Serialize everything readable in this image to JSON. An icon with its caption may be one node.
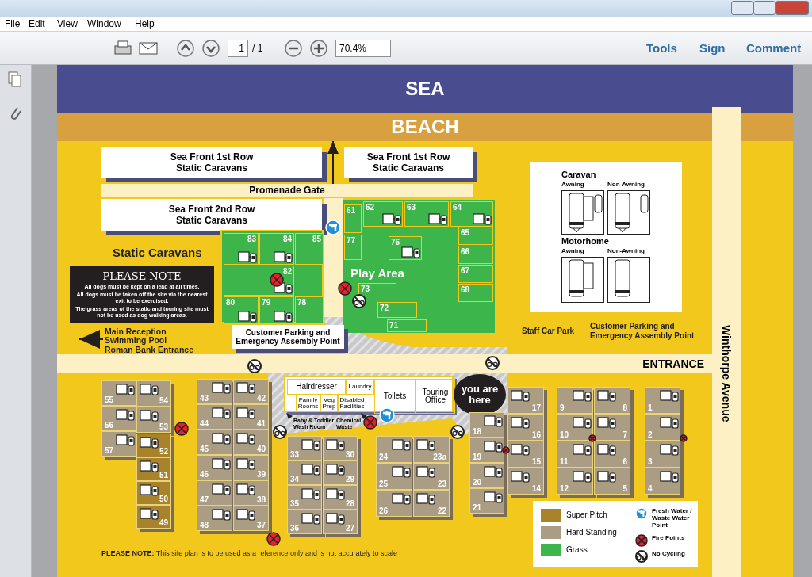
{
  "diagram": {
    "nodes": [
      {
        "text": [
          "SEA"
        ]
      },
      {
        "text": [
          "BEACH"
        ]
      },
      {
        "text": [
          "Sea Front 1st Row Static Caravans"
        ]
      },
      {
        "text": [
          "Sea Front 1st Row Static Caravans"
        ]
      },
      {
        "text": [
          "Promenade Gate"
        ]
      },
      {
        "text": [
          "Sea Front 2nd Row Static Caravans"
        ]
      },
      {
        "text": [
          "Caravan",
          "Motorhome"
        ]
      },
      {
        "text": [
          "Awning"
        ],
        "in": 6
      },
      {
        "text": [
          "Non-Awning"
        ],
        "in": 6
      },
      {
        "text": [
          "Awning"
        ],
        "in": 6
      },
      {
        "text": [
          "Non-Awning"
        ],
        "in": 6
      },
      {
        "text": [
          "PLEASE NOTE",
          "All dogs must be kept on a lead at all times.",
          "All dogs must be taken off the site via the nearest exit to be exercised.",
          "The grass areas of the static and touring site must not be used as dog walking areas."
        ]
      },
      {
        "text": [],
        "shape": "box"
      },
      {
        "text": [
          "83"
        ],
        "in": 12
      },
      {
        "text": [
          "84"
        ],
        "in": 12
      },
      {
        "text": [
          "85"
        ],
        "in": 12
      },
      {
        "text": [
          "82"
        ],
        "in": 12
      },
      {
        "text": [
          "80"
        ],
        "in": 12
      },
      {
        "text": [
          "79"
        ],
        "in": 12
      },
      {
        "text": [
          "78"
        ],
        "in": 12
      },
      {
        "text": [
          "Play Area"
        ]
      },
      {
        "text": [
          "61"
        ],
        "in": 20
      },
      {
        "text": [
          "62"
        ],
        "in": 20
      },
      {
        "text": [
          "63"
        ],
        "in": 20
      },
      {
        "text": [
          "64"
        ],
        "in": 20
      },
      {
        "text": [
          "77"
        ],
        "in": 20
      },
      {
        "text": [
          "76"
        ],
        "in": 20
      },
      {
        "text": [
          "65"
        ],
        "in": 20
      },
      {
        "text": [
          "66"
        ],
        "in": 20
      },
      {
        "text": [
          "67"
        ],
        "in": 20
      },
      {
        "text": [
          "68"
        ],
        "in": 20
      },
      {
        "text": [
          "73"
        ],
        "in": 20
      },
      {
        "text": [
          "72"
        ],
        "in": 20
      },
      {
        "text": [
          "71"
        ],
        "in": 20
      },
      {
        "text": [
          "Customer Parking and Emergency Assembly Point"
        ]
      },
      {
        "text": [
          "Main Reception",
          "Swimming Pool",
          "Roman Bank Entrance"
        ]
      },
      {
        "text": [
          "ENTRANCE"
        ]
      },
      {
        "text": [
          "Winthorpe Avenue"
        ]
      },
      {
        "text": [],
        "shape": "box"
      },
      {
        "text": [
          "Hairdresser"
        ],
        "in": 38
      },
      {
        "text": [
          "Laundry"
        ],
        "in": 38
      },
      {
        "text": [
          "Family Rooms"
        ],
        "in": 38
      },
      {
        "text": [
          "Veg Prep"
        ],
        "in": 38
      },
      {
        "text": [
          "Disabled Facilities"
        ],
        "in": 38
      },
      {
        "text": [
          "Toilets"
        ],
        "in": 38
      },
      {
        "text": [
          "Touring Office"
        ],
        "in": 38
      },
      {
        "text": [
          "you are here"
        ]
      },
      {
        "text": [
          "55"
        ]
      },
      {
        "text": [
          "56"
        ]
      },
      {
        "text": [
          "57"
        ]
      },
      {
        "text": [
          "54"
        ]
      },
      {
        "text": [
          "53"
        ]
      },
      {
        "text": [
          "52"
        ]
      },
      {
        "text": [
          "51"
        ]
      },
      {
        "text": [
          "50"
        ]
      },
      {
        "text": [
          "49"
        ]
      },
      {
        "text": [
          "43"
        ]
      },
      {
        "text": [
          "44"
        ]
      },
      {
        "text": [
          "45"
        ]
      },
      {
        "text": [
          "46"
        ]
      },
      {
        "text": [
          "47"
        ]
      },
      {
        "text": [
          "48"
        ]
      },
      {
        "text": [
          "42"
        ]
      },
      {
        "text": [
          "41"
        ]
      },
      {
        "text": [
          "40"
        ]
      },
      {
        "text": [
          "39"
        ]
      },
      {
        "text": [
          "38"
        ]
      },
      {
        "text": [
          "37"
        ]
      },
      {
        "text": [
          "33"
        ]
      },
      {
        "text": [
          "34"
        ]
      },
      {
        "text": [
          "35"
        ]
      },
      {
        "text": [
          "36"
        ]
      },
      {
        "text": [
          "30"
        ]
      },
      {
        "text": [
          "29"
        ]
      },
      {
        "text": [
          "28"
        ]
      },
      {
        "text": [
          "27"
        ]
      },
      {
        "text": [
          "24"
        ]
      },
      {
        "text": [
          "25"
        ]
      },
      {
        "text": [
          "26"
        ]
      },
      {
        "text": [
          "23a"
        ]
      },
      {
        "text": [
          "23"
        ]
      },
      {
        "text": [
          "22"
        ]
      },
      {
        "text": [
          "18"
        ]
      },
      {
        "text": [
          "19"
        ]
      },
      {
        "text": [
          "20"
        ]
      },
      {
        "text": [
          "21"
        ]
      },
      {
        "text": [
          "17"
        ]
      },
      {
        "text": [
          "16"
        ]
      },
      {
        "text": [
          "15"
        ]
      },
      {
        "text": [
          "14"
        ]
      },
      {
        "text": [
          "9"
        ]
      },
      {
        "text": [
          "10"
        ]
      },
      {
        "text": [
          "11"
        ]
      },
      {
        "text": [
          "12"
        ]
      },
      {
        "text": [
          "8"
        ]
      },
      {
        "text": [
          "7"
        ]
      },
      {
        "text": [
          "6"
        ]
      },
      {
        "text": [
          "5"
        ]
      },
      {
        "text": [
          "1"
        ]
      },
      {
        "text": [
          "2"
        ]
      },
      {
        "text": [
          "3"
        ]
      },
      {
        "text": [
          "4"
        ]
      }
    ],
    "edges": [
      {
        "from": 35,
        "to": null,
        "arrow": "to"
      },
      {
        "from": 4,
        "to": 1,
        "arrow": "to"
      }
    ],
    "labels": [
      "File",
      "Edit",
      "View",
      "Window",
      "Help",
      "1",
      "/ 1",
      "70.4%",
      "Tools",
      "Sign",
      "Comment",
      "Static Caravans",
      "Staff Car Park",
      "Customer Parking and Emergency Assembly Point",
      "Baby & Toddler Wash Room",
      "Chemical Waste",
      "**PLEASE NOTE:** This site plan is to be used as a reference only and is not accurately to scale"
    ],
    "legend": [
      {
        "text": "Super Pitch",
        "color": "#a8832b"
      },
      {
        "text": "Hard Standing",
        "color": "#ab9d84"
      },
      {
        "text": "Grass",
        "color": "#3db54a"
      },
      {
        "text": "Fresh Water / Waste Water Point"
      },
      {
        "text": "Fire Points"
      },
      {
        "text": "No Cycling"
      }
    ]
  }
}
